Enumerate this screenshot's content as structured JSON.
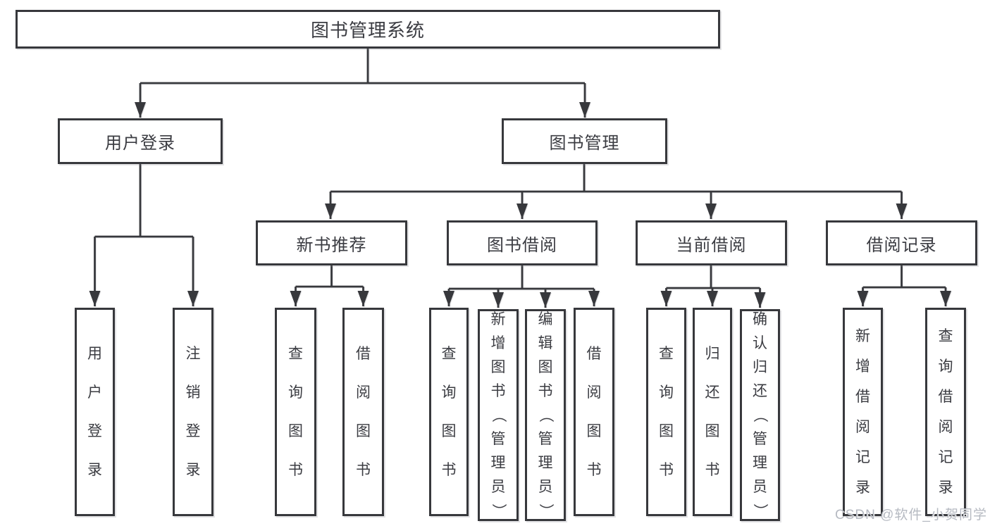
{
  "diagram": {
    "root": {
      "label": "图书管理系统"
    },
    "branches": [
      {
        "label": "用户登录",
        "children": [
          {
            "label": "用户登录"
          },
          {
            "label": "注销登录"
          }
        ]
      },
      {
        "label": "图书管理",
        "children": [
          {
            "label": "新书推荐",
            "children": [
              {
                "label": "查询图书"
              },
              {
                "label": "借阅图书"
              }
            ]
          },
          {
            "label": "图书借阅",
            "children": [
              {
                "label": "查询图书"
              },
              {
                "label": "新增图书（管理员）"
              },
              {
                "label": "编辑图书（管理员）"
              },
              {
                "label": "借阅图书"
              }
            ]
          },
          {
            "label": "当前借阅",
            "children": [
              {
                "label": "查询图书"
              },
              {
                "label": "归还图书"
              },
              {
                "label": "确认归还（管理员）"
              }
            ]
          },
          {
            "label": "借阅记录",
            "children": [
              {
                "label": "新增借阅记录"
              },
              {
                "label": "查询借阅记录"
              }
            ]
          }
        ]
      }
    ]
  },
  "watermark": {
    "text": "CSDN @软件_小贺同学"
  },
  "colors": {
    "line": "#37383c",
    "text": "#3b3c42",
    "background": "#ffffff",
    "watermark": "#b6bac2"
  }
}
